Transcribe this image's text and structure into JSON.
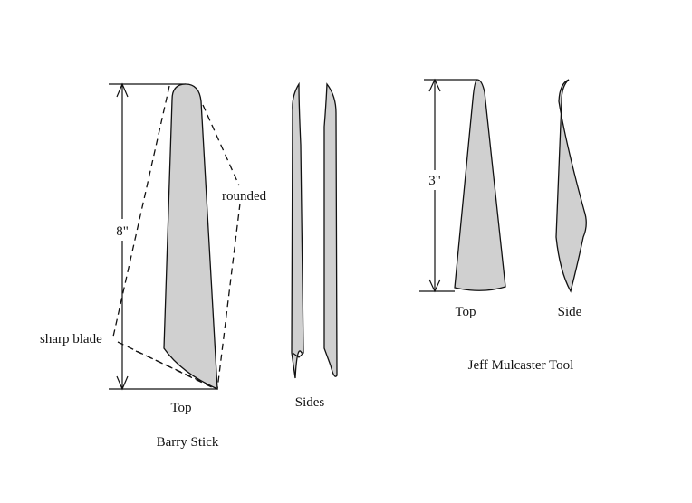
{
  "colors": {
    "tool_fill": "#d0d0d0",
    "stroke": "#111111",
    "background": "#ffffff"
  },
  "barry_stick": {
    "caption": "Barry Stick",
    "dimension_label": "8\"",
    "annotation_rounded": "rounded",
    "annotation_sharp_blade": "sharp blade",
    "top_view_label": "Top",
    "side_views_label": "Sides"
  },
  "mulcaster_tool": {
    "caption": "Jeff Mulcaster Tool",
    "dimension_label": "3\"",
    "top_view_label": "Top",
    "side_view_label": "Side"
  }
}
